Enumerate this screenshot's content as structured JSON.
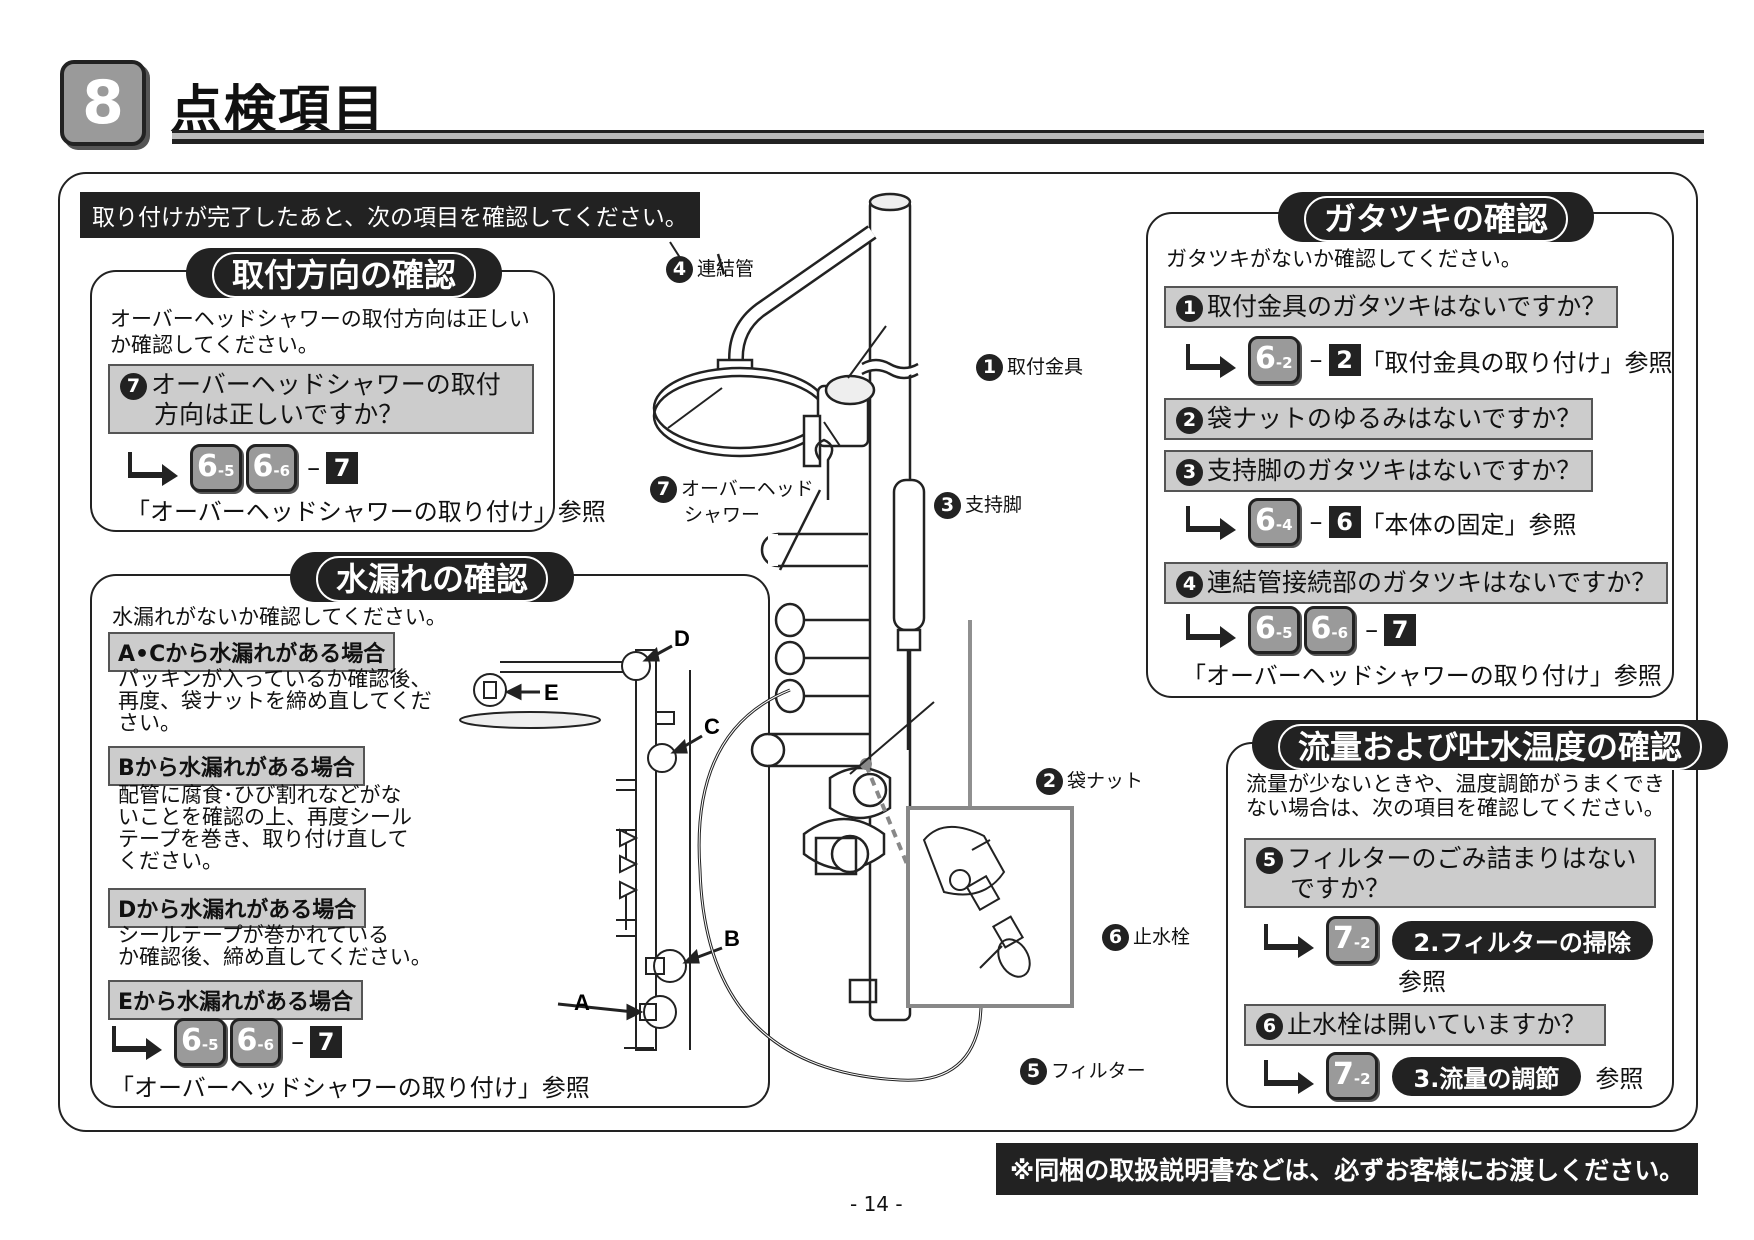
{
  "section": {
    "number": "8",
    "title": "点検項目"
  },
  "intro": "取り付けが完了したあと、次の項目を確認してください。",
  "direction": {
    "title": "取付方向の確認",
    "desc": "オーバーヘッドシャワーの取付方向は正しいか確認してください。",
    "q_num": "7",
    "question_l1": "オーバーヘッドシャワーの取付",
    "question_l2": "方向は正しいですか？",
    "ref_badges": [
      {
        "main": "6",
        "sub": "-5"
      },
      {
        "main": "6",
        "sub": "-6"
      }
    ],
    "ref_dash": "–",
    "ref_section": "7",
    "ref_text": "「オーバーヘッドシャワーの取り付け」参照"
  },
  "leak": {
    "title": "水漏れの確認",
    "desc": "水漏れがないか確認してください。",
    "items": [
      {
        "head": "A•Cから水漏れがある場合",
        "body": [
          "パッキンが入っているか確認後、",
          "再度、袋ナットを締め直してくだ",
          "さい。"
        ]
      },
      {
        "head": "Bから水漏れがある場合",
        "body": [
          "配管に腐食･ひび割れなどがな",
          "いことを確認の上、再度シール",
          "テープを巻き、取り付け直して",
          "ください。"
        ]
      },
      {
        "head": "Dから水漏れがある場合",
        "body": [
          "シールテープが巻かれている",
          "か確認後、締め直してください。"
        ]
      },
      {
        "head": "Eから水漏れがある場合",
        "body": []
      }
    ],
    "ref_badges": [
      {
        "main": "6",
        "sub": "-5"
      },
      {
        "main": "6",
        "sub": "-6"
      }
    ],
    "ref_dash": "–",
    "ref_section": "7",
    "ref_text": "「オーバーヘッドシャワーの取り付け」参照",
    "letters": [
      "D",
      "E",
      "C",
      "B",
      "A"
    ]
  },
  "diagram": {
    "labels": {
      "l4": {
        "num": "4",
        "text": "連結管"
      },
      "l1": {
        "num": "1",
        "text": "取付金具"
      },
      "l7": {
        "num": "7",
        "text": "オーバーヘッド",
        "text2": "シャワー"
      },
      "l3": {
        "num": "3",
        "text": "支持脚"
      },
      "l2": {
        "num": "2",
        "text": "袋ナット"
      },
      "l6": {
        "num": "6",
        "text": "止水栓"
      },
      "l5": {
        "num": "5",
        "text": "フィルター"
      }
    }
  },
  "rattle": {
    "title": "ガタツキの確認",
    "desc": "ガタツキがないか確認してください。",
    "q1": {
      "num": "1",
      "text": "取付金具のガタツキはないですか？"
    },
    "r1": {
      "badge": {
        "main": "6",
        "sub": "-2"
      },
      "dash": "–",
      "section": "2",
      "text": "「取付金具の取り付け」参照"
    },
    "q2": {
      "num": "2",
      "text": "袋ナットのゆるみはないですか？"
    },
    "q3": {
      "num": "3",
      "text": "支持脚のガタツキはないですか？"
    },
    "r3": {
      "badge": {
        "main": "6",
        "sub": "-4"
      },
      "dash": "–",
      "section": "6",
      "text": "「本体の固定」参照"
    },
    "q4": {
      "num": "4",
      "text": "連結管接続部のガタツキはないですか？"
    },
    "r4": {
      "badges": [
        {
          "main": "6",
          "sub": "-5"
        },
        {
          "main": "6",
          "sub": "-6"
        }
      ],
      "dash": "–",
      "section": "7",
      "text": "「オーバーヘッドシャワーの取り付け」参照"
    }
  },
  "flow": {
    "title": "流量および吐水温度の確認",
    "desc_l1": "流量が少ないときや、温度調節がうまくでき",
    "desc_l2": "ない場合は、次の項目を確認してください。",
    "q5": {
      "num": "5",
      "text_l1": "フィルターのごみ詰まりはない",
      "text_l2": "ですか？"
    },
    "r5": {
      "badge": {
        "main": "7",
        "sub": "-2"
      },
      "pill": "2.フィルターの掃除",
      "ref": "参照"
    },
    "q6": {
      "num": "6",
      "text": "止水栓は開いていますか？"
    },
    "r6": {
      "badge": {
        "main": "7",
        "sub": "-2"
      },
      "pill": "3.流量の調節",
      "ref": "参照"
    }
  },
  "footer": "※同梱の取扱説明書などは、必ずお客様にお渡しください。",
  "page": "- 14 -"
}
